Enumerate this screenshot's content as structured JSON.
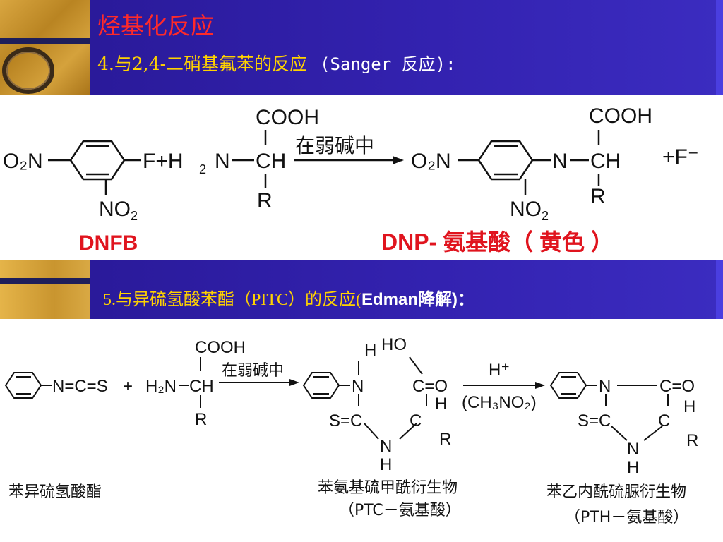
{
  "header": {
    "title": "烃基化反应",
    "subtitle": "4.与2,4-二硝基氟苯的反应",
    "subtitle_paren": "(Sanger 反应):"
  },
  "section5": {
    "label": "5.与异硫氢酸苯酯（PITC）的反应(",
    "label_edman": "Edman降解)："
  },
  "reaction1": {
    "reagent_left": "O₂N",
    "f_plus": "F+H",
    "h2_sub": "2",
    "n_label": "N",
    "cooh": "COOH",
    "ch": "CH",
    "r": "R",
    "no2": "NO",
    "no2_sub": "2",
    "arrow_text": "在弱碱中",
    "product_left": "O₂N",
    "product_n": "N",
    "product_ch": "CH",
    "product_cooh": "COOH",
    "product_r": "R",
    "product_no2": "NO",
    "product_no2_sub": "2",
    "byproduct": "+F⁻",
    "label_reagent": "DNFB",
    "label_product": "DNP- 氨基酸（ 黄色 ）"
  },
  "reaction2": {
    "ncs": "N=C=S",
    "plus": "+",
    "h2n": "H₂N",
    "ch": "CH",
    "cooh": "COOH",
    "r": "R",
    "arrow1_text": "在弱碱中",
    "int_h": "H",
    "int_ho": "HO",
    "int_n": "N",
    "int_co": "C=O",
    "int_sc": "S=C",
    "int_c": "C",
    "int_hc": "H",
    "int_r": "R",
    "int_nh_n": "N",
    "int_nh_h": "H",
    "arrow2_top": "H⁺",
    "arrow2_bottom": "(CH₃NO₂)",
    "pth_n": "N",
    "pth_co": "C=O",
    "pth_sc": "S=C",
    "pth_c": "C",
    "pth_h": "H",
    "pth_r": "R",
    "pth_nh_n": "N",
    "pth_nh_h": "H",
    "label_pitc": "苯异硫氢酸酯",
    "label_ptc_1": "苯氨基硫甲酰衍生物",
    "label_ptc_2": "（PTC－氨基酸）",
    "label_pth_1": "苯乙内酰硫脲衍生物",
    "label_pth_2": "（PTH－氨基酸）"
  },
  "colors": {
    "bar": "#2a1a9a",
    "title": "#ff2a2a",
    "subtitle": "#ffd200",
    "label_red": "#e0141e"
  }
}
